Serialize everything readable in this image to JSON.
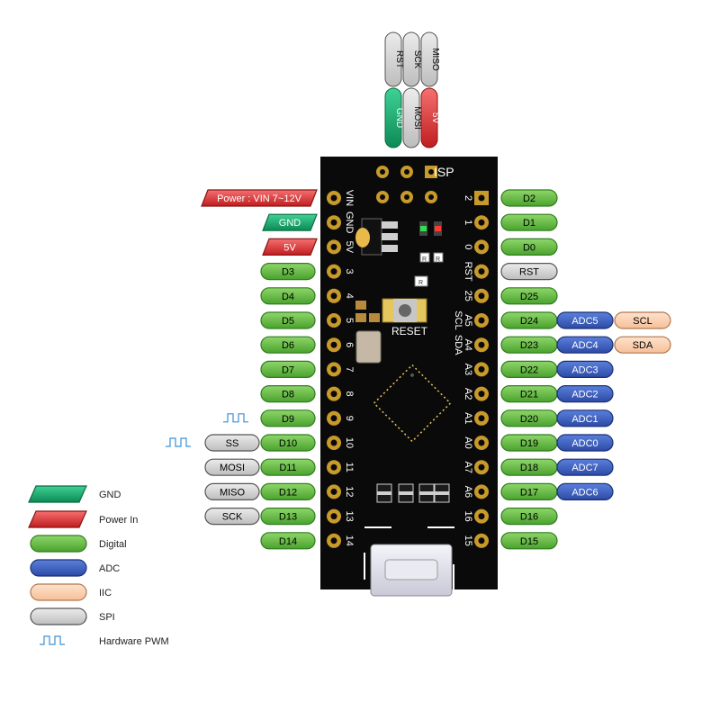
{
  "isp": {
    "label": "ISP",
    "top_row": [
      "RST",
      "SCK",
      "MISO"
    ],
    "bottom_row": [
      "GND",
      "MOSI",
      "5V"
    ]
  },
  "board": {
    "left_silk": [
      "VIN",
      "GND",
      "5V",
      "3",
      "4",
      "5",
      "6",
      "7",
      "8",
      "9",
      "10",
      "11",
      "12",
      "13",
      "14"
    ],
    "right_silk": [
      "2",
      "1",
      "0",
      "RST",
      "25",
      "A5",
      "A4",
      "A3",
      "A2",
      "A1",
      "A0",
      "A7",
      "A6",
      "16",
      "15"
    ],
    "right_silk_extra": [
      "SCL",
      "SDA"
    ],
    "reset_label": "RESET",
    "resistor_labels": [
      "R",
      "R",
      "R"
    ]
  },
  "left_pins": [
    {
      "label": "Power : VIN  7~12V",
      "kind": "power"
    },
    {
      "label": "GND",
      "kind": "gnd"
    },
    {
      "label": "5V",
      "kind": "power"
    },
    {
      "label": "D3",
      "kind": "digital"
    },
    {
      "label": "D4",
      "kind": "digital"
    },
    {
      "label": "D5",
      "kind": "digital"
    },
    {
      "label": "D6",
      "kind": "digital"
    },
    {
      "label": "D7",
      "kind": "digital"
    },
    {
      "label": "D8",
      "kind": "digital"
    },
    {
      "label": "D9",
      "kind": "digital",
      "pwm": true
    },
    {
      "label": "D10",
      "kind": "digital",
      "pwm": true,
      "spi": "SS"
    },
    {
      "label": "D11",
      "kind": "digital",
      "spi": "MOSI"
    },
    {
      "label": "D12",
      "kind": "digital",
      "spi": "MISO"
    },
    {
      "label": "D13",
      "kind": "digital",
      "spi": "SCK"
    },
    {
      "label": "D14",
      "kind": "digital"
    }
  ],
  "right_pins": [
    {
      "label": "D2",
      "kind": "digital"
    },
    {
      "label": "D1",
      "kind": "digital"
    },
    {
      "label": "D0",
      "kind": "digital"
    },
    {
      "label": "RST",
      "kind": "spi"
    },
    {
      "label": "D25",
      "kind": "digital"
    },
    {
      "label": "D24",
      "kind": "digital",
      "adc": "ADC5",
      "iic": "SCL"
    },
    {
      "label": "D23",
      "kind": "digital",
      "adc": "ADC4",
      "iic": "SDA"
    },
    {
      "label": "D22",
      "kind": "digital",
      "adc": "ADC3"
    },
    {
      "label": "D21",
      "kind": "digital",
      "adc": "ADC2"
    },
    {
      "label": "D20",
      "kind": "digital",
      "adc": "ADC1"
    },
    {
      "label": "D19",
      "kind": "digital",
      "adc": "ADC0"
    },
    {
      "label": "D18",
      "kind": "digital",
      "adc": "ADC7"
    },
    {
      "label": "D17",
      "kind": "digital",
      "adc": "ADC6"
    },
    {
      "label": "D16",
      "kind": "digital"
    },
    {
      "label": "D15",
      "kind": "digital"
    }
  ],
  "legend": [
    {
      "label": "GND",
      "kind": "gnd"
    },
    {
      "label": "Power In",
      "kind": "power"
    },
    {
      "label": "Digital",
      "kind": "digital"
    },
    {
      "label": "ADC",
      "kind": "adc"
    },
    {
      "label": "IIC",
      "kind": "iic"
    },
    {
      "label": "SPI",
      "kind": "spi"
    },
    {
      "label": "Hardware PWM",
      "kind": "pwm"
    }
  ],
  "colors": {
    "digital_fill": "#6fbf4c",
    "digital_stroke": "#2f7d1e",
    "gnd_fill": "#1aa86a",
    "gnd_stroke": "#0b6b40",
    "power_fill": "#e0383a",
    "power_stroke": "#8a1414",
    "adc_fill": "#3b5fc0",
    "adc_stroke": "#1b2f73",
    "iic_fill": "#fbd2b4",
    "iic_stroke": "#b07850",
    "spi_fill": "#d4d4d4",
    "spi_stroke": "#555555",
    "pwm": "#3b8fd6",
    "board": "#0b0b0b",
    "gold": "#c89a2a"
  }
}
